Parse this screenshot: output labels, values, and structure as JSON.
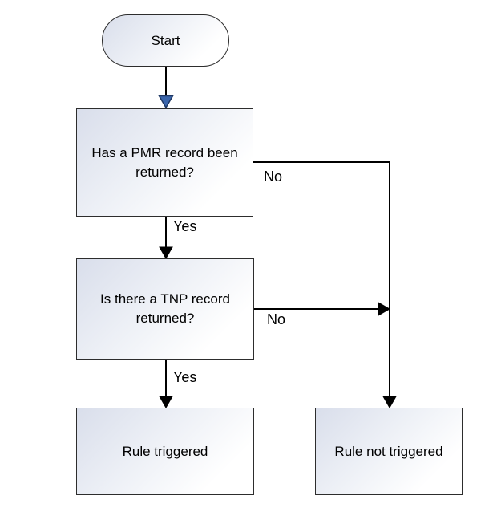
{
  "diagram": {
    "type": "flowchart",
    "nodes": {
      "start": {
        "label": "Start",
        "shape": "stadium"
      },
      "pmr": {
        "label": "Has a PMR record been returned?",
        "shape": "rectangle"
      },
      "tnp": {
        "label": "Is there a TNP record returned?",
        "shape": "rectangle"
      },
      "triggered": {
        "label": "Rule triggered",
        "shape": "rectangle"
      },
      "not_triggered": {
        "label": "Rule not triggered",
        "shape": "rectangle"
      }
    },
    "edges": [
      {
        "from": "start",
        "to": "pmr",
        "label": ""
      },
      {
        "from": "pmr",
        "to": "tnp",
        "label": "Yes"
      },
      {
        "from": "pmr",
        "to": "not_triggered",
        "label": "No"
      },
      {
        "from": "tnp",
        "to": "triggered",
        "label": "Yes"
      },
      {
        "from": "tnp",
        "to": "not_triggered",
        "label": "No"
      }
    ],
    "colors": {
      "background": "#ffffff",
      "line": "#000000",
      "arrowhead_fill": "#000000",
      "start_arrowhead_fill": "#3b66ac",
      "start_arrowhead_stroke": "#1f3864",
      "node_border": "#2d2d2d",
      "node_fill_top_left": "#d9deeb",
      "node_fill_bottom_right": "#ffffff",
      "text": "#000000"
    }
  }
}
